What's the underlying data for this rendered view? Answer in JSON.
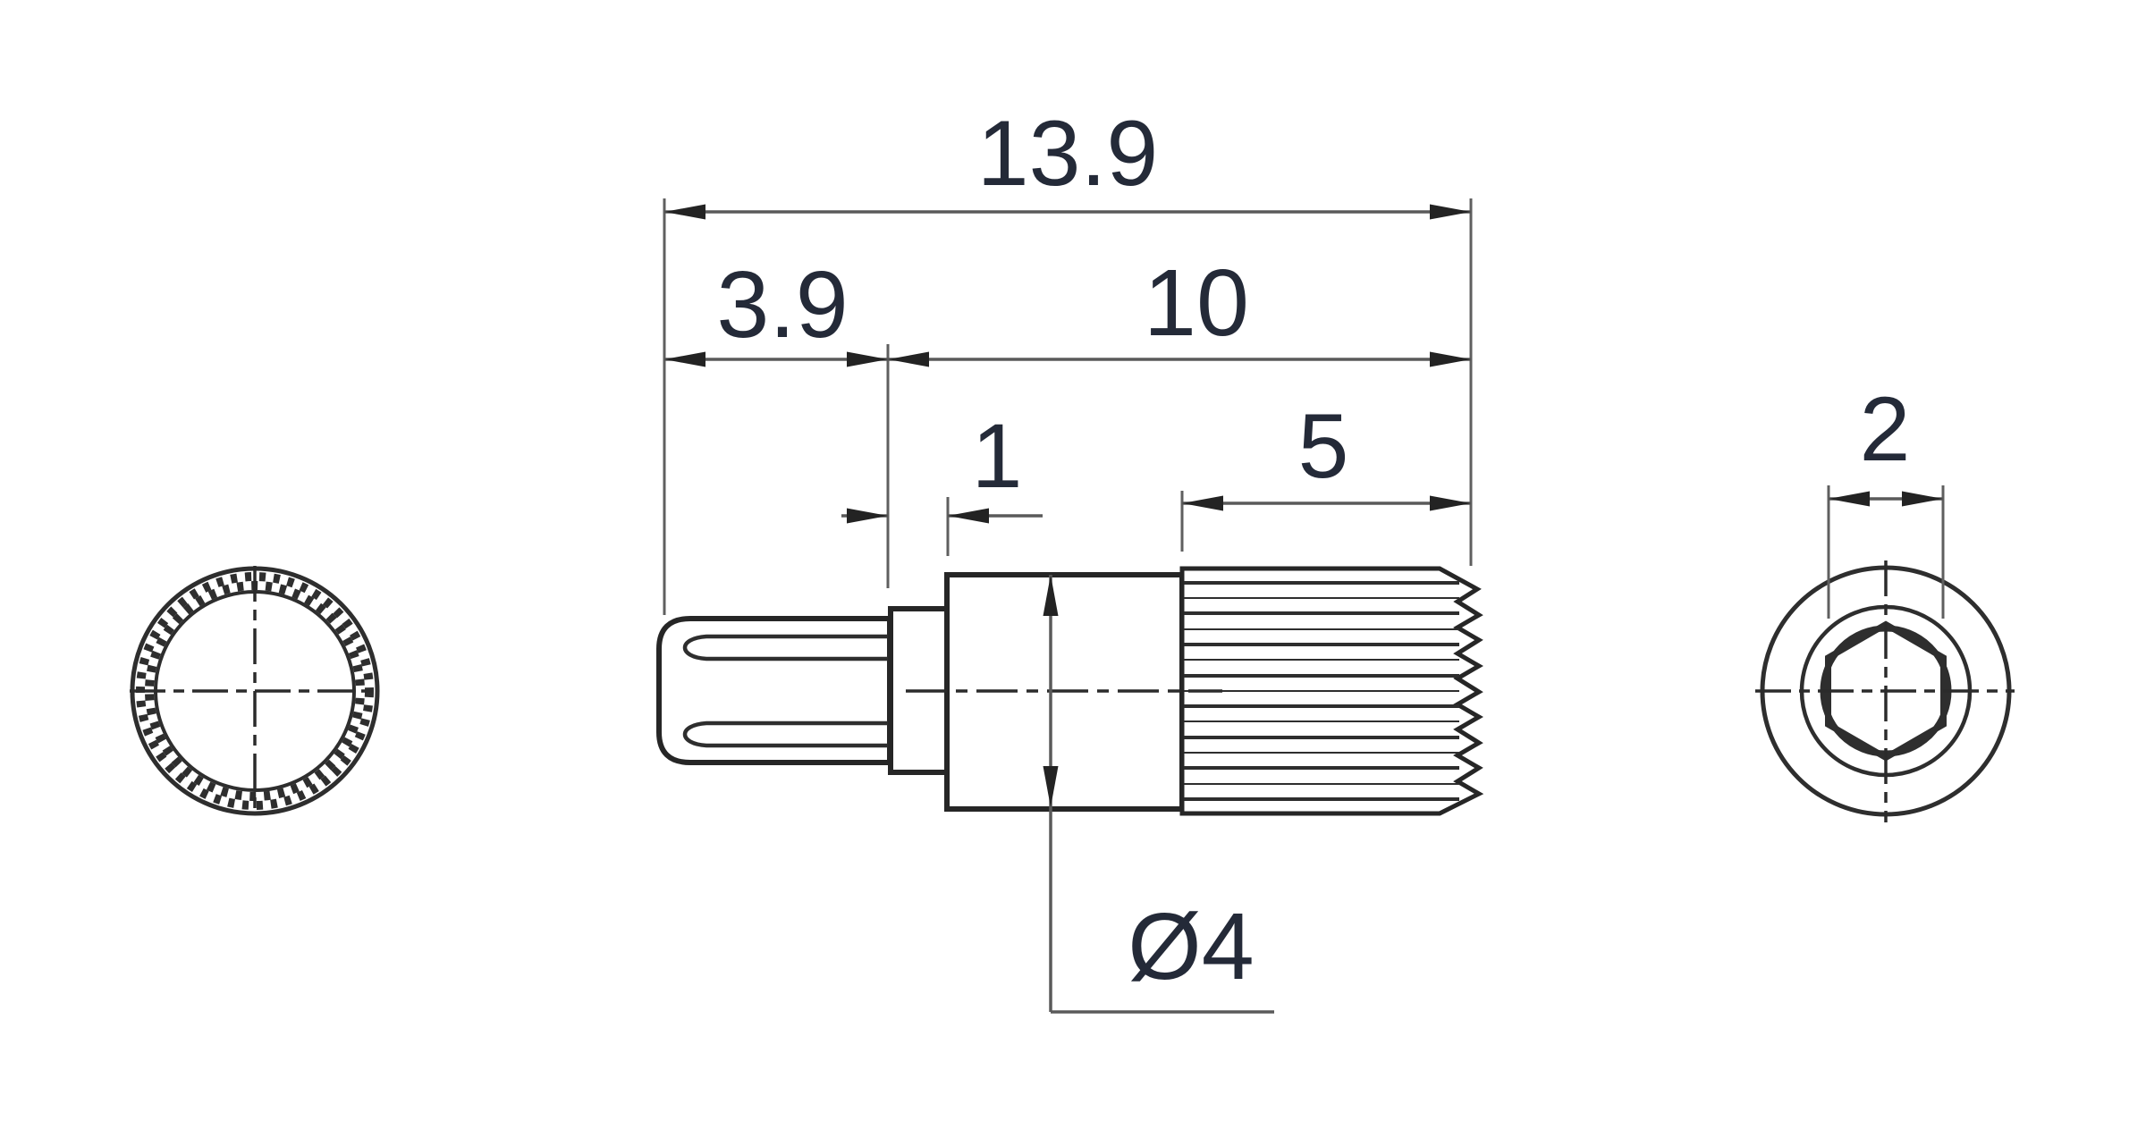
{
  "drawing": {
    "colors": {
      "background": "#ffffff",
      "part_outline": "#262626",
      "dimension_lines": "#5a5a5a",
      "dimension_text": "#242a38"
    },
    "dimensions": {
      "overall_length": "13.9",
      "shaft_length": "3.9",
      "body_length": "10",
      "collar_width": "1",
      "knurl_length": "5",
      "body_diameter": "Ø4",
      "hex_across_flats": "2"
    }
  }
}
